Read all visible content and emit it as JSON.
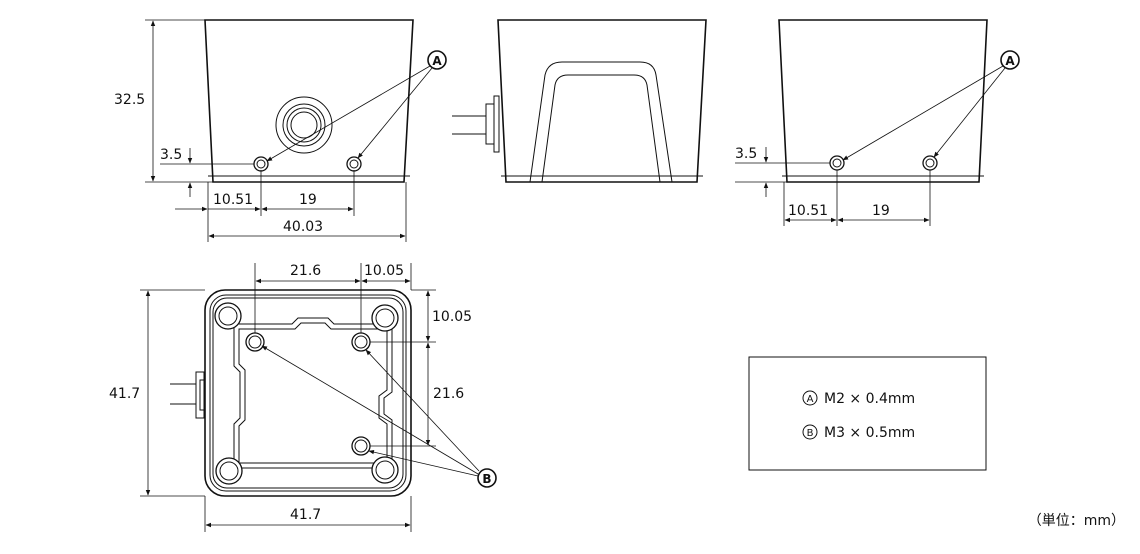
{
  "dimensions": {
    "front_height": "32.5",
    "front_hole_offset_y": "3.5",
    "front_left_offset": "10.51",
    "front_hole_spacing": "19",
    "front_width": "40.03",
    "side_hole_offset_y": "3.5",
    "side_left_offset": "10.51",
    "side_hole_spacing": "19",
    "bottom_top_spacing": "21.6",
    "bottom_top_right_offset": "10.05",
    "bottom_right_top_offset": "10.05",
    "bottom_right_spacing": "21.6",
    "bottom_height": "41.7",
    "bottom_width": "41.7"
  },
  "callouts": {
    "a": "A",
    "b": "B"
  },
  "legend": {
    "item_a_symbol": "A",
    "item_a_text": "M2 × 0.4mm",
    "item_b_symbol": "B",
    "item_b_text": "M3 × 0.5mm"
  },
  "unit_note": "（単位：mm）"
}
